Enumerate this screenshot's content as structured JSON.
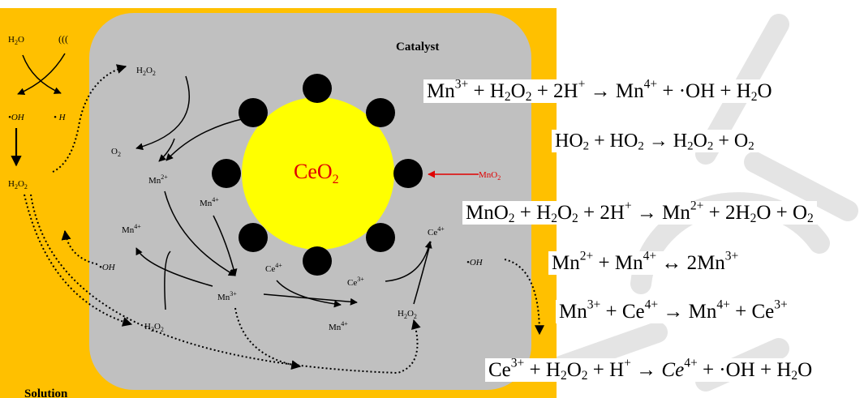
{
  "labels": {
    "catalyst": "Catalyst",
    "solution": "Solution",
    "ceo2_main": "CeO",
    "ceo2_sub": "2",
    "mno2_main": "MnO",
    "mno2_sub": "2",
    "h2o_a": "H",
    "h2o_b": "2",
    "h2o_c": "O",
    "ultrasound": "(((",
    "oh_radical": "•OH",
    "h_radical": "• H",
    "h2o2_a": "H",
    "h2o2_b": "2",
    "h2o2_c": "O",
    "h2o2_d": "2",
    "o2_a": "O",
    "o2_b": "2",
    "mn": "Mn",
    "ce": "Ce",
    "chg2": "2+",
    "chg3": "3+",
    "chg4": "4+"
  },
  "colors": {
    "solution": "#ffc000",
    "catalyst": "#c0c0c0",
    "ceo2": "#ffff00",
    "ceo2_text": "#e00000",
    "mno2_particles": "#000000",
    "arrow_red": "#e00000"
  },
  "equations": [
    {
      "parts": [
        "Mn",
        "3+",
        " + H",
        "2",
        "O",
        "2",
        " + 2H",
        "+",
        " → Mn",
        "4+",
        " + ·OH + H",
        "2",
        "O"
      ]
    },
    {
      "parts": [
        "HO",
        "2",
        " + HO",
        "2",
        " → H",
        "2",
        "O",
        "2",
        " + O",
        "2"
      ]
    },
    {
      "parts": [
        "MnO",
        "2",
        " + H",
        "2",
        "O",
        "2",
        " + 2H",
        "+",
        " → Mn",
        "2+",
        " + 2H",
        "2",
        "O + O",
        "2"
      ]
    },
    {
      "parts": [
        "Mn",
        "2+",
        " + Mn",
        "4+",
        " ↔ 2Mn",
        "3+"
      ]
    },
    {
      "parts": [
        "Mn",
        "3+",
        " + Ce",
        "4+",
        " → Mn",
        "4+",
        " + Ce",
        "3+"
      ]
    },
    {
      "parts": [
        "Ce",
        "3+",
        " + H",
        "2",
        "O",
        "2",
        " + H",
        "+",
        " → ",
        "Ce",
        "4+",
        " + ·OH + H",
        "2",
        "O"
      ]
    }
  ]
}
